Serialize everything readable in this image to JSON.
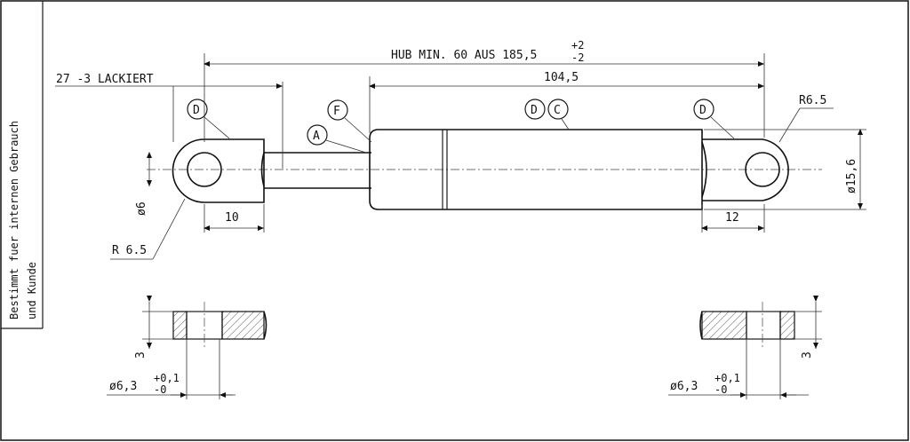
{
  "side_note": {
    "line1": "Bestimmt fuer internen Gebrauch",
    "line2": "und Kunde"
  },
  "dimensions": {
    "stroke_label": "HUB MIN. 60 AUS 185,5",
    "stroke_tol_plus": "+2",
    "stroke_tol_minus": "-2",
    "body_length": "104,5",
    "coating": "27  -3 LACKIERT",
    "radius_right": "R6.5",
    "radius_left": "R 6.5",
    "diameter_body": "ø15,6",
    "diameter_pin": "ø6",
    "eye_left_width": "10",
    "eye_right_width": "12",
    "thickness_left": "3",
    "thickness_right": "3",
    "bore_left": "ø6,3",
    "bore_right": "ø6,3",
    "bore_tol_plus": "+0,1",
    "bore_tol_minus": "-0"
  },
  "callouts": {
    "d1": "D",
    "f": "F",
    "a": "A",
    "d2": "D",
    "c": "C",
    "d3": "D"
  }
}
